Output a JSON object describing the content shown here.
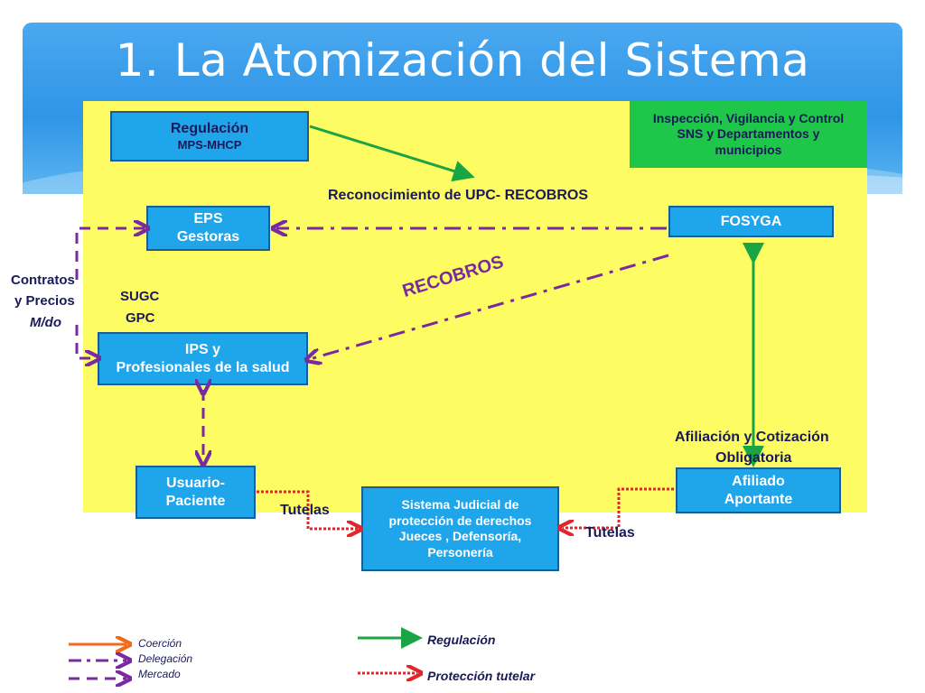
{
  "title": "1. La Atomización del Sistema",
  "colors": {
    "header": "#2f95e6",
    "area": "#fdfd63",
    "box": "#1fa5ea",
    "green_box": "#1ec64a",
    "regulation_arrow": "#1aa544",
    "delegation_arrow": "#7a2aa0",
    "tutela_arrow": "#e0262c",
    "coercion_arrow": "#f26b1d"
  },
  "boxes": {
    "regulacion": {
      "line1": "Regulación",
      "line2": "MPS-MHCP"
    },
    "ivc": {
      "line1": "Inspección, Vigilancia y Control",
      "line2": "SNS y  Departamentos y",
      "line3": "municipios"
    },
    "eps": {
      "line1": "EPS",
      "line2": "Gestoras"
    },
    "fosyga": {
      "line1": "FOSYGA"
    },
    "ips": {
      "line1": "IPS y",
      "line2": "Profesionales de la salud"
    },
    "usuario": {
      "line1": "Usuario-",
      "line2": "Paciente"
    },
    "judicial": {
      "line1": "Sistema Judicial  de",
      "line2": "protección de derechos",
      "line3": "Jueces , Defensoría,",
      "line4": "Personería"
    },
    "afiliado": {
      "line1": "Afiliado",
      "line2": "Aportante"
    }
  },
  "labels": {
    "reconocimiento": "Reconocimiento de UPC- RECOBROS",
    "recobros": "RECOBROS",
    "contratos1": "Contratos",
    "contratos2": "y Precios",
    "contratos3": "M/do",
    "sugc": "SUGC",
    "gpc": "GPC",
    "afiliacion1": "Afiliación y Cotización",
    "afiliacion2": "Obligatoria",
    "tutelas_left": "Tutelas",
    "tutelas_right": "Tutelas"
  },
  "legend": {
    "coercion": "Coerción",
    "delegacion": "Delegación",
    "mercado": "Mercado",
    "regulacion": "Regulación",
    "proteccion": "Protección tutelar"
  }
}
